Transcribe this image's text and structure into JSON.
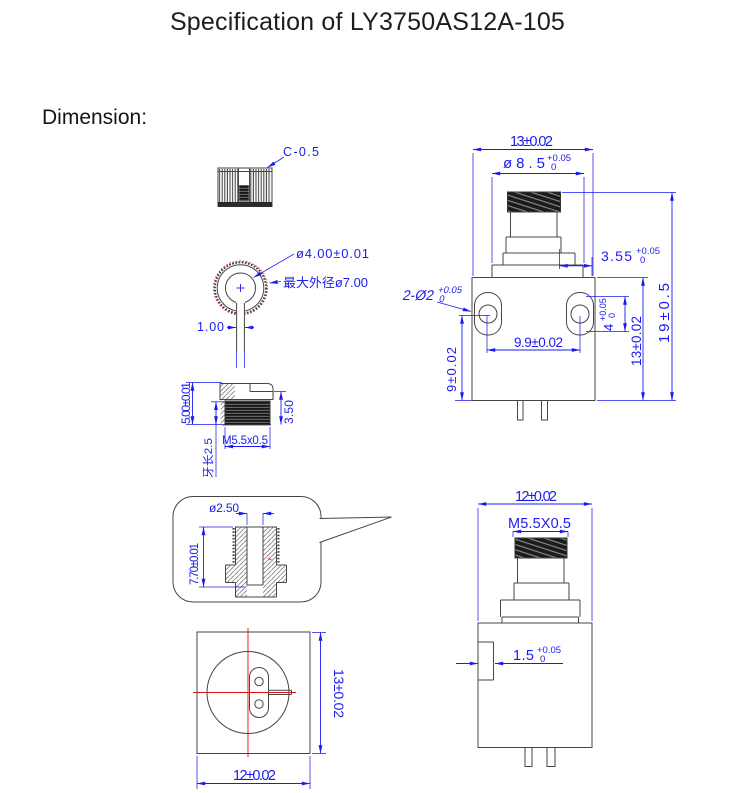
{
  "page": {
    "title": "Specification of LY3750AS12A-105",
    "section_label": "Dimension:"
  },
  "colors": {
    "dimension_blue": "#1b1bef",
    "outline_gray": "#464646",
    "centerline_red": "#e01010"
  },
  "cap_side_view": {
    "chamfer_label": "C-0.5"
  },
  "cap_top_view": {
    "inner_diameter": "ø4.00±0.01",
    "max_outer_diameter": "最大外径ø7.00",
    "slot_width": "1.00"
  },
  "cap_section_view": {
    "height": "5.00±0.01",
    "thread_depth": "3.50",
    "thread_spec": "M5.5x0.5",
    "thread_length": "牙长2.5"
  },
  "detail_view": {
    "bore_diameter": "ø2.50",
    "depth": "7.70±0.01"
  },
  "bottom_view": {
    "height": "13±0.02",
    "width": "12±0.02"
  },
  "front_view": {
    "width": "13±0.02",
    "stub_diameter": "ø8.5",
    "stub_tol_plus": "+0.05",
    "stub_tol_minus": "0",
    "step_offset": "3.55",
    "step_tol_plus": "+0.05",
    "step_tol_minus": "0",
    "total_height": "19±0.5",
    "hole_callout": "2-Ø2",
    "hole_tol_plus": "+0.05",
    "hole_tol_minus": "0",
    "hole_spacing": "9.9±0.02",
    "ear_height": "4",
    "ear_tol_plus": "+0.05",
    "ear_tol_minus": "0",
    "body_height": "13±0.02",
    "hole_to_bottom": "9±0.02"
  },
  "side_view": {
    "width": "12±0.02",
    "thread_spec": "M5.5X0.5",
    "tab_width": "1.5",
    "tab_tol_plus": "+0.05",
    "tab_tol_minus": "0"
  }
}
